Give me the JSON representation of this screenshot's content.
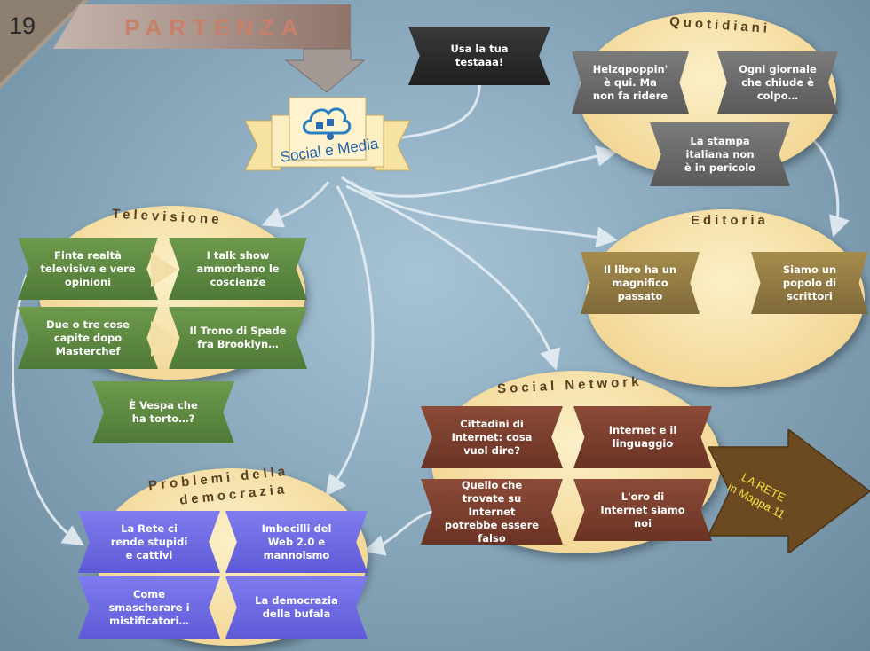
{
  "slide_number": "19",
  "start_banner": "PARTENZA",
  "center": {
    "label": "Social e Media"
  },
  "note_banner": "Usa la tua testaaa!",
  "sections": {
    "quotidiani": {
      "title": "Quotidiani",
      "items": [
        "Helzqpoppin' è qui. Ma non fa ridere",
        "Ogni giornale che chiude è colpo…",
        "La stampa italiana non è in pericolo"
      ]
    },
    "televisione": {
      "title": "Televisione",
      "items": [
        "Finta realtà televisiva e vere opinioni",
        "I talk show ammorbano le coscienze",
        "Due o tre cose capite dopo Masterchef",
        "Il Trono di Spade fra Brooklyn…",
        "È Vespa che ha torto…?"
      ]
    },
    "editoria": {
      "title": "Editoria",
      "items": [
        "Il libro ha un magnifico passato",
        "Siamo un popolo di scrittori"
      ]
    },
    "social_network": {
      "title": "Social Network",
      "items": [
        "Cittadini di Internet: cosa vuol dire?",
        "Internet e il linguaggio",
        "Quello che trovate su Internet potrebbe essere falso",
        "L'oro di Internet siamo noi"
      ]
    },
    "democrazia": {
      "title_line1": "Problemi della",
      "title_line2": "democrazia",
      "items": [
        "La Rete ci rende stupidi e cattivi",
        "Imbecilli del Web 2.0 e mannoismo",
        "Come smascherare i mistificatori…",
        "La democrazia della bufala"
      ]
    }
  },
  "la_rete": {
    "line1": "LA RETE",
    "line2": "in Mappa 11"
  },
  "colors": {
    "television": "#5d8a42",
    "social_network": "#7a3d2c",
    "democrazia": "#6b68e6",
    "quotidiani": "#6a6a6a",
    "editoria": "#927a42",
    "la_rete": "#6b4a22",
    "la_rete_text": "#f5e23a"
  }
}
